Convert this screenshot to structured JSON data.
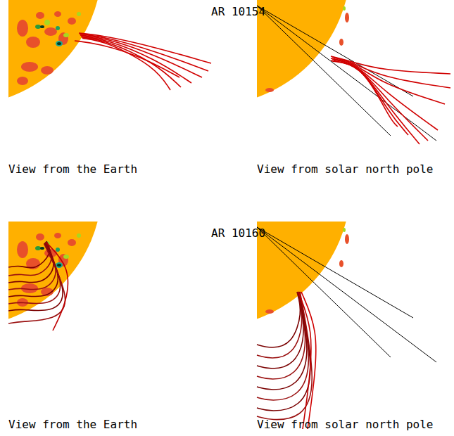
{
  "diagram": {
    "labels": [
      "AR 10154",
      "View from the Earth",
      "View from solar north pole",
      "AR 10160",
      "View from the Earth",
      "View from solar north pole"
    ]
  }
}
